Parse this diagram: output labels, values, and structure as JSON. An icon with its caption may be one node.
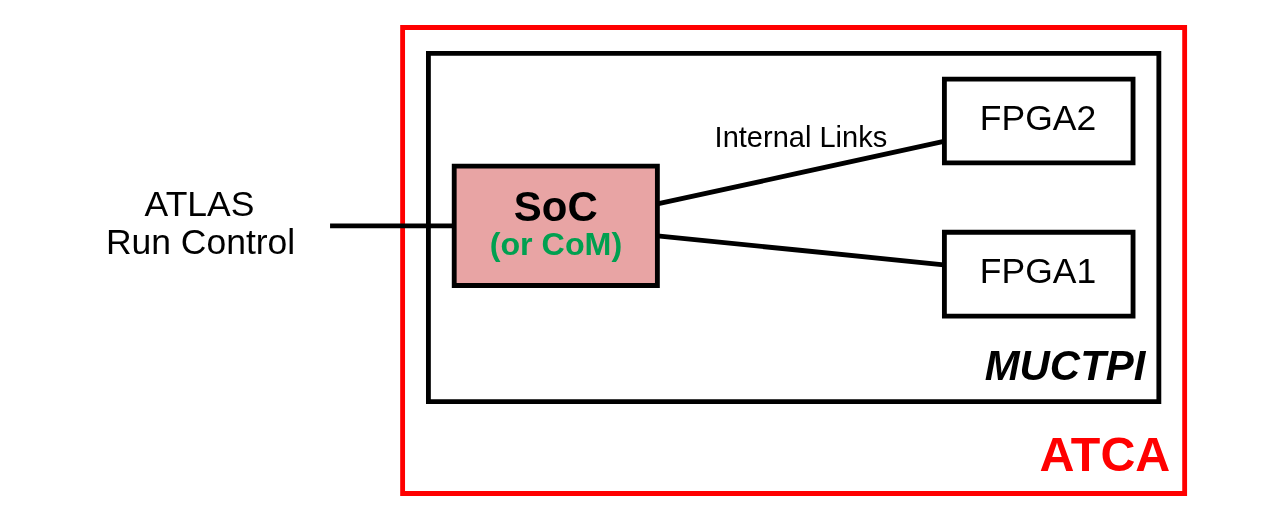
{
  "diagram": {
    "nodes": [
      {
        "text": [
          "ATCA"
        ]
      },
      {
        "text": [
          "MUCTPI"
        ],
        "in": 0
      },
      {
        "text": [
          "SoC",
          "(or CoM)"
        ],
        "in": 1
      },
      {
        "text": [
          "FPGA1"
        ],
        "in": 1
      },
      {
        "text": [
          "FPGA2"
        ],
        "in": 1
      },
      {
        "text": [
          "ATLAS",
          "Run Control"
        ]
      }
    ],
    "edges": [
      {
        "from": 5,
        "to": 2,
        "arrow": "none"
      },
      {
        "from": 2,
        "to": 3,
        "arrow": "none"
      },
      {
        "from": 2,
        "to": 4,
        "arrow": "none",
        "label": "Internal Links"
      }
    ]
  }
}
